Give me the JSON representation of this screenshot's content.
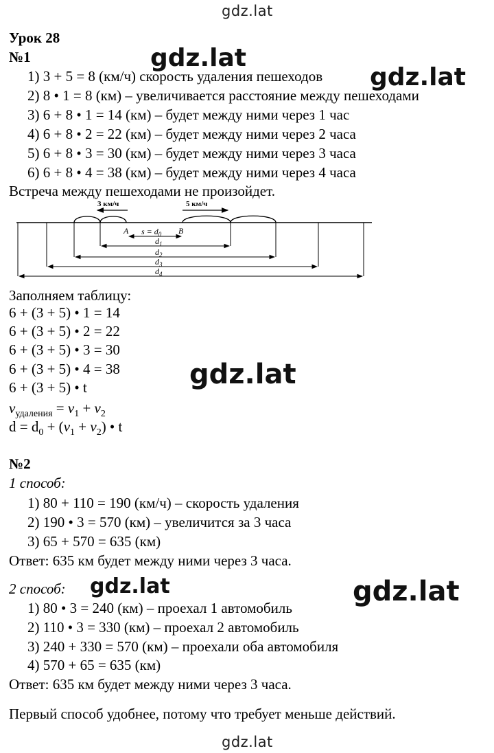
{
  "watermarks": {
    "header": "gdz.lat",
    "footer": "gdz.lat",
    "mark1": "gdz.lat",
    "mark2": "gdz.lat",
    "mark3": "gdz.lat",
    "mark4": "gdz.lat",
    "mark5": "gdz.lat"
  },
  "lesson_title": "Урок 28",
  "task1": {
    "number": "№1",
    "steps": [
      "1) 3 + 5 = 8 (км/ч) скорость удаления пешеходов",
      "2) 8 • 1 = 8 (км) – увеличивается расстояние между пешеходами",
      "3) 6 + 8 • 1 = 14 (км) – будет между ними через 1 час",
      "4) 6 + 8 • 2 = 22 (км) – будет между ними через 2 часа",
      "5) 6 + 8 • 3 = 30 (км) – будет между ними через 3 часа",
      "6) 6 + 8 • 4 = 38 (км) – будет между ними через 4 часа"
    ],
    "conclusion": "Встреча между пешеходами не произойдет.",
    "diagram": {
      "speed_left": "3 км/ч",
      "speed_right": "5 км/ч",
      "point_a": "A",
      "point_b": "B",
      "s_label_s": "s",
      "s_label_eq": " = d",
      "s_label_sub": "0",
      "d1": "d",
      "d1_sub": "1",
      "d2": "d",
      "d2_sub": "2",
      "d3": "d",
      "d3_sub": "3",
      "d4": "d",
      "d4_sub": "4"
    },
    "table_intro": "Заполняем таблицу:",
    "table_rows": [
      "6 + (3 + 5) • 1 = 14",
      "6 + (3 + 5) • 2 = 22",
      "6 + (3 + 5) • 3 = 30",
      "6 + (3 + 5) • 4 = 38",
      "6 + (3 + 5) • t"
    ],
    "formula1": {
      "v": "v",
      "v_sub": "удаления",
      "eq": " = ",
      "v1": "v",
      "v1_sub": "1",
      "plus": " + ",
      "v2": "v",
      "v2_sub": "2"
    },
    "formula2": {
      "left": "d = d",
      "d0_sub": "0",
      "mid": " + (",
      "v1": "v",
      "v1_sub": "1",
      "plus": " + ",
      "v2": "v",
      "v2_sub": "2",
      "end": ") • t"
    }
  },
  "task2": {
    "number": "№2",
    "method1_label": "1 способ:",
    "method1_steps": [
      "1) 80 + 110 = 190 (км/ч) – скорость удаления",
      "2) 190 • 3 = 570 (км) – увеличится за 3 часа",
      "3) 65 + 570 = 635 (км)"
    ],
    "answer1": "Ответ: 635 км будет между ними через 3 часа.",
    "method2_label": "2 способ:",
    "method2_steps": [
      "1) 80 • 3 = 240 (км) – проехал 1 автомобиль",
      "2) 110 • 3 = 330 (км) – проехал 2 автомобиль",
      "3) 240 + 330 = 570 (км) – проехали оба автомобиля",
      "4) 570 + 65 = 635 (км)"
    ],
    "answer2": "Ответ: 635 км будет между ними через 3 часа.",
    "final_note": "Первый способ удобнее, потому что требует меньше действий."
  }
}
